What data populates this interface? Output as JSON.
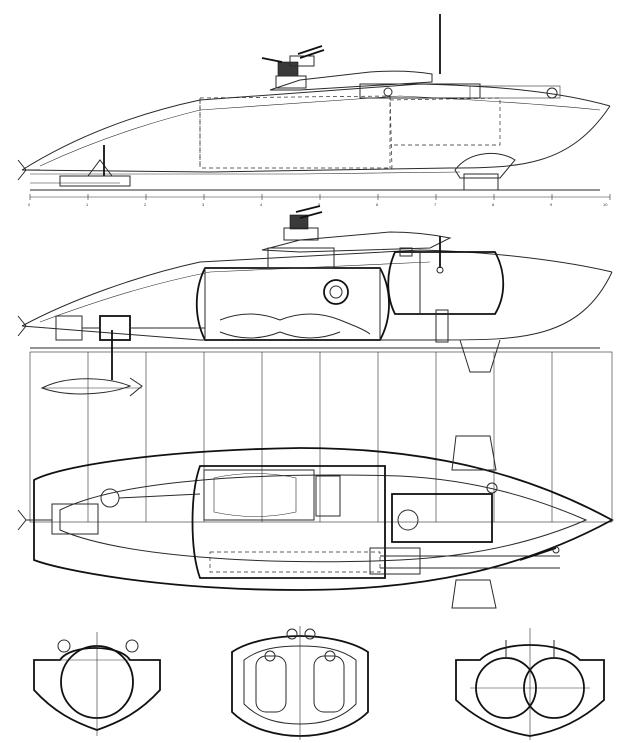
{
  "drawing": {
    "views": [
      "outboard-profile",
      "inboard-profile",
      "plan-view",
      "section-aft",
      "section-mid",
      "section-fwd"
    ],
    "scale_bar_ticks": [
      "0",
      "1",
      "2",
      "3",
      "4",
      "5",
      "6",
      "7",
      "8",
      "9",
      "10"
    ]
  }
}
